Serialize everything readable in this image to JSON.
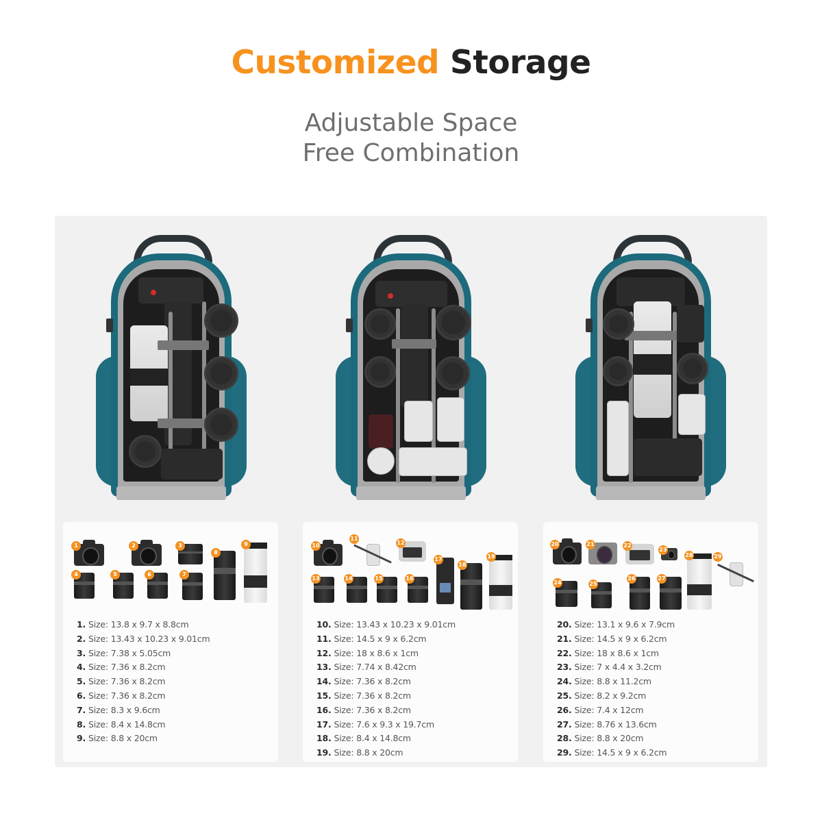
{
  "header": {
    "title_accent": "Customized",
    "title_rest": "Storage",
    "subtitle_line1": "Adjustable Space",
    "subtitle_line2": "Free Combination"
  },
  "colors": {
    "accent": "#f7921e",
    "title_dark": "#222222",
    "subtitle": "#6f6f6f",
    "panel_bg": "#f1f1f1",
    "card_bg": "#fcfcfc",
    "backpack_teal": "#1c6a7b",
    "badge": "#f39222"
  },
  "backpacks": [
    {
      "label": "Backpack configuration 1 (cameras and lenses)"
    },
    {
      "label": "Backpack configuration 2 (camera, lenses, drone, flash)"
    },
    {
      "label": "Backpack configuration 3 (cameras, lenses, drone, action cam)"
    }
  ],
  "cards": [
    {
      "items": [
        {
          "n": "1.",
          "size": "Size: 13.8 x 9.7 x 8.8cm"
        },
        {
          "n": "2.",
          "size": "Size: 13.43 x 10.23 x 9.01cm"
        },
        {
          "n": "3.",
          "size": "Size: 7.38 x 5.05cm"
        },
        {
          "n": "4.",
          "size": "Size: 7.36 x 8.2cm"
        },
        {
          "n": "5.",
          "size": "Size: 7.36 x 8.2cm"
        },
        {
          "n": "6.",
          "size": "Size: 7.36 x 8.2cm"
        },
        {
          "n": "7.",
          "size": "Size: 8.3 x 9.6cm"
        },
        {
          "n": "8.",
          "size": "Size: 8.4 x 14.8cm"
        },
        {
          "n": "9.",
          "size": "Size: 8.8 x 20cm"
        }
      ],
      "badges": [
        "1",
        "2",
        "3",
        "4",
        "5",
        "6",
        "7",
        "8",
        "9"
      ]
    },
    {
      "items": [
        {
          "n": "10.",
          "size": "Size: 13.43 x 10.23 x 9.01cm"
        },
        {
          "n": "11.",
          "size": "Size: 14.5 x 9 x 6.2cm"
        },
        {
          "n": "12.",
          "size": "Size: 18 x 8.6 x 1cm"
        },
        {
          "n": "13.",
          "size": "Size: 7.74 x 8.42cm"
        },
        {
          "n": "14.",
          "size": "Size: 7.36 x 8.2cm"
        },
        {
          "n": "15.",
          "size": "Size: 7.36 x 8.2cm"
        },
        {
          "n": "16.",
          "size": "Size: 7.36 x 8.2cm"
        },
        {
          "n": "17.",
          "size": "Size: 7.6 x 9.3 x 19.7cm"
        },
        {
          "n": "18.",
          "size": "Size: 8.4 x 14.8cm"
        },
        {
          "n": "19.",
          "size": "Size: 8.8 x 20cm"
        }
      ],
      "badges": [
        "10",
        "11",
        "12",
        "13",
        "14",
        "15",
        "16",
        "17",
        "18",
        "19"
      ]
    },
    {
      "items": [
        {
          "n": "20.",
          "size": "Size: 13.1 x 9.6 x 7.9cm"
        },
        {
          "n": "21.",
          "size": "Size: 14.5 x 9 x 6.2cm"
        },
        {
          "n": "22.",
          "size": "Size: 18 x 8.6 x 1cm"
        },
        {
          "n": "23.",
          "size": "Size: 7 x 4.4 x 3.2cm"
        },
        {
          "n": "24.",
          "size": "Size: 8.8 x 11.2cm"
        },
        {
          "n": "25.",
          "size": "Size: 8.2 x 9.2cm"
        },
        {
          "n": "26.",
          "size": "Size: 7.4 x 12cm"
        },
        {
          "n": "27.",
          "size": "Size: 8.76 x 13.6cm"
        },
        {
          "n": "28.",
          "size": "Size: 8.8 x 20cm"
        },
        {
          "n": "29.",
          "size": "Size: 14.5 x 9 x 6.2cm"
        }
      ],
      "badges": [
        "20",
        "21",
        "22",
        "23",
        "24",
        "25",
        "26",
        "27",
        "28",
        "29"
      ]
    }
  ]
}
